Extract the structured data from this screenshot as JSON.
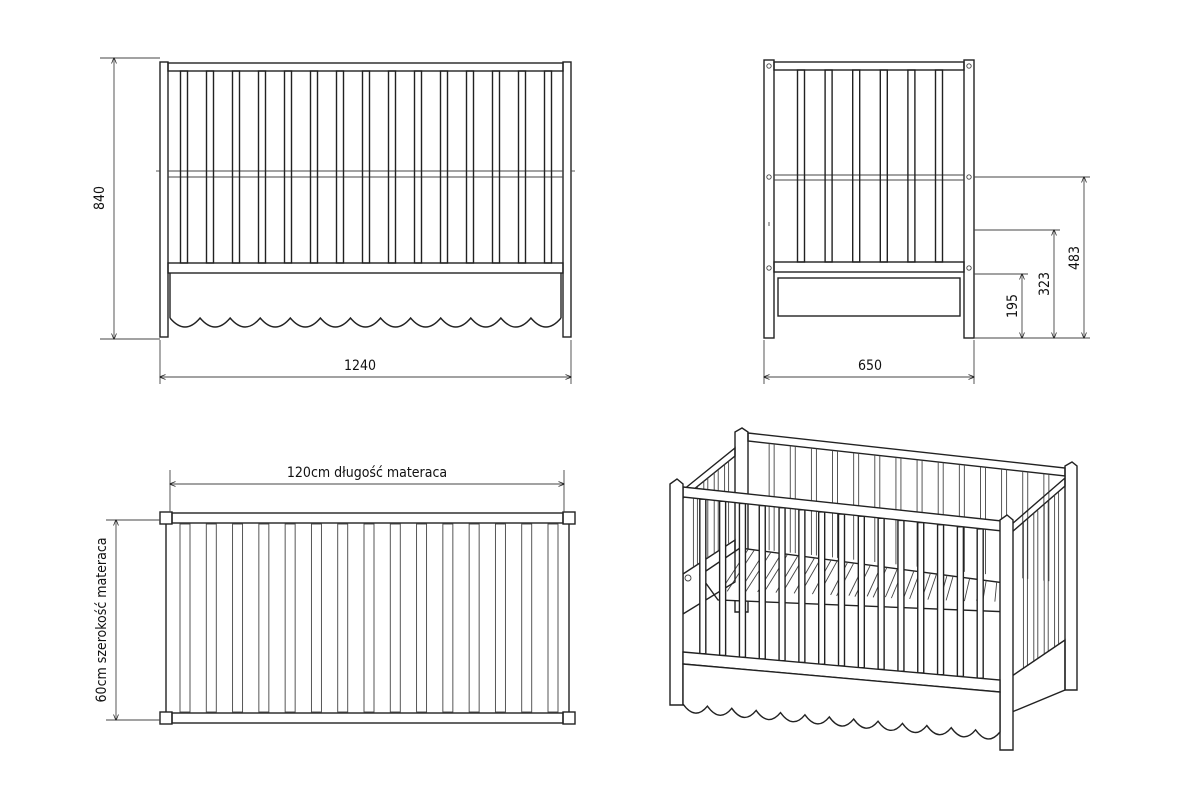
{
  "dimensions": {
    "front_height": "840",
    "front_width": "1240",
    "side_width": "650",
    "side_height_1": "195",
    "side_height_2": "323",
    "side_height_3": "483",
    "mattress_length": "120cm długość materaca",
    "mattress_width": "60cm szerokość materaca"
  },
  "colors": {
    "line": "#222222",
    "background": "#ffffff"
  }
}
